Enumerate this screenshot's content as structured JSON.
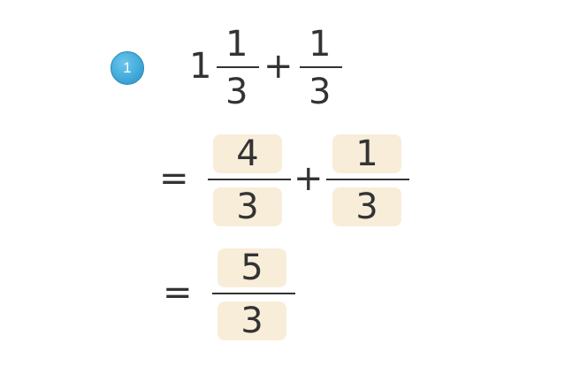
{
  "problem": {
    "number": "1",
    "expression": {
      "whole": "1",
      "frac1_num": "1",
      "frac1_den": "3",
      "plus": "+",
      "frac2_num": "1",
      "frac2_den": "3"
    },
    "step1": {
      "equals": "=",
      "frac1_num": "4",
      "frac1_den": "3",
      "plus": "+",
      "frac2_num": "1",
      "frac2_den": "3"
    },
    "step2": {
      "equals": "=",
      "num": "5",
      "den": "3"
    }
  }
}
